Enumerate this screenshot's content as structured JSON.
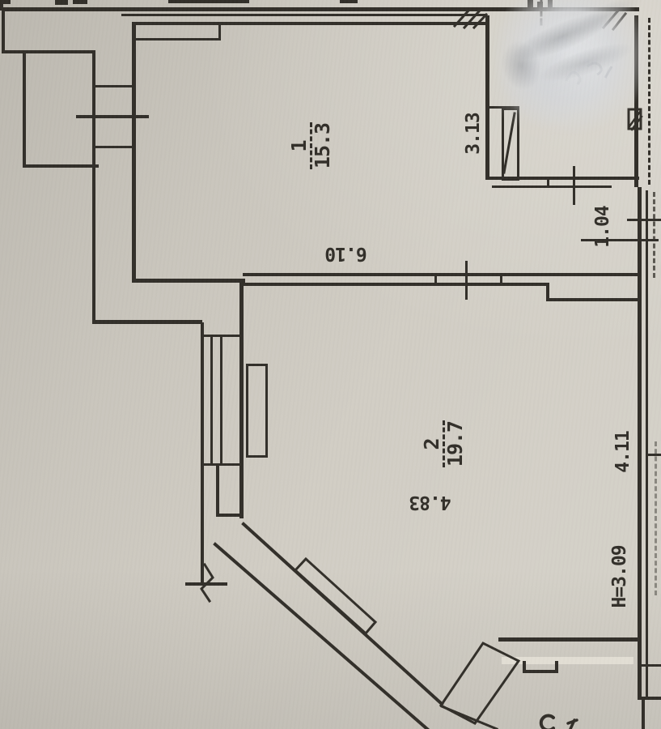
{
  "plan": {
    "rooms": [
      {
        "number": "1",
        "area": "15.3"
      },
      {
        "number": "2",
        "area": "19.7"
      }
    ],
    "dimensions": {
      "wall_top": "6.10",
      "niche_width": "3.13",
      "right_segment_small": "1.04",
      "right_segment_large": "4.11",
      "room2_width": "4.83",
      "ceiling_height": "H=3.09"
    }
  },
  "colors": {
    "paper": "#d1cdc4",
    "paper-dark": "#c2beb3",
    "paper-light": "#dbd7ce",
    "ink": "#322f29"
  }
}
